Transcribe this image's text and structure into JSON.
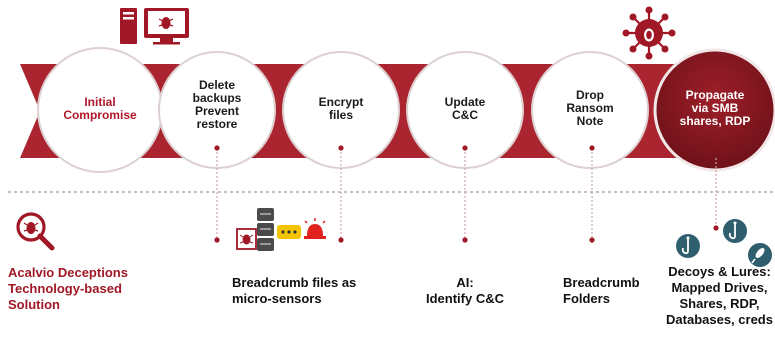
{
  "steps": [
    {
      "label": "Initial\nCompromise"
    },
    {
      "label": "Delete\nbackups\nPrevent\nrestore"
    },
    {
      "label": "Encrypt\nfiles"
    },
    {
      "label": "Update\nC&C"
    },
    {
      "label": "Drop\nRansom\nNote"
    },
    {
      "label": "Propagate\nvia SMB\nshares, RDP"
    }
  ],
  "solution": {
    "brand": "Acalvio Deceptions\nTechnology-based\nSolution",
    "items": [
      {
        "label": "Breadcrumb files as\nmicro-sensors"
      },
      {
        "label": "AI:\nIdentify C&C"
      },
      {
        "label": "Breadcrumb\nFolders"
      },
      {
        "label": "Decoys & Lures:\nMapped Drives,\nShares, RDP,\nDatabases, creds"
      }
    ]
  },
  "colors": {
    "brand_red": "#a01826",
    "dark_red": "#8c1a22",
    "hook_teal": "#2f5e6e",
    "key_yellow": "#f2c500",
    "divider": "#b9a9a9"
  },
  "icons": [
    "computer-bug-icon",
    "virus-icon",
    "magnifier-bug-icon",
    "server-bug-icon",
    "alarm-icon",
    "hook-icon",
    "fishing-lure-icon"
  ]
}
